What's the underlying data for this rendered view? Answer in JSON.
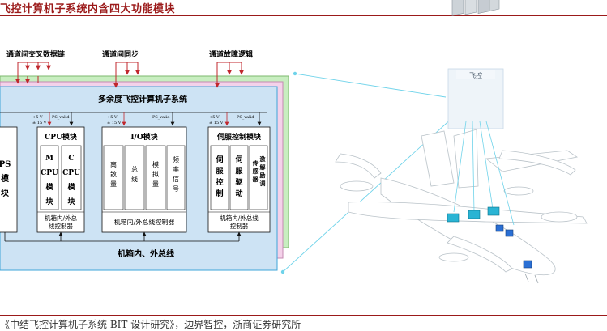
{
  "page": {
    "title": "飞控计算机子系统内含四大功能模块",
    "source": "《中结飞控计算机子系统 BIT 设计研究》，边界智控，浙商证券研究所"
  },
  "diagram": {
    "top_links": {
      "cross_link": "通道间交叉数据链",
      "sync": "通道间同步",
      "fault_logic": "通道故障逻辑"
    },
    "system_title": "多余度飞控计算机子系统",
    "ps": {
      "line1": "PS",
      "line2": "模",
      "line3": "块"
    },
    "power": {
      "plus5": "+5 V",
      "pm15": "± 15 V",
      "ps_valid": "PS_valid"
    },
    "cpu": {
      "title": "CPU模块",
      "m_col": [
        "M",
        "CPU",
        "模",
        "块"
      ],
      "c_col": [
        "C",
        "CPU",
        "模",
        "块"
      ],
      "bus_l1": "机箱内/外总",
      "bus_l2": "线控制器"
    },
    "io": {
      "title": "I/O模块",
      "cols": [
        [
          "离",
          "散",
          "量"
        ],
        [
          "总",
          "线"
        ],
        [
          "模",
          "拟",
          "量"
        ],
        [
          "频",
          "率",
          "信",
          "号"
        ]
      ],
      "bus": "机箱内/外总线控制器"
    },
    "servo": {
      "title": "伺服控制模块",
      "cols": [
        [
          "伺",
          "服",
          "控",
          "制"
        ],
        [
          "伺",
          "服",
          "驱",
          "动"
        ],
        [
          "传",
          "感",
          "器",
          "激",
          "解",
          "励",
          "调"
        ]
      ],
      "bus_l1": "机箱内/外总线",
      "bus_l2": "控制器"
    },
    "backplane": "机箱内、外总线",
    "callout": "飞控"
  }
}
